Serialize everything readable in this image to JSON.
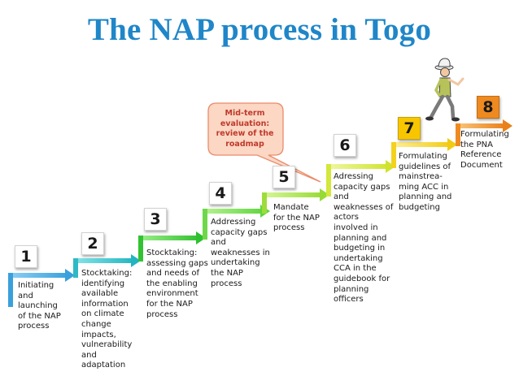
{
  "title": "The NAP process in Togo",
  "callout": {
    "text": "Mid-term\nevaluation:\nreview of the\nroadmap"
  },
  "steps": [
    {
      "number": "1",
      "text": "Initiating\nand\nlaunching\nof the NAP\nprocess",
      "color": "#3aa0dc"
    },
    {
      "number": "2",
      "text": "Stocktaking:\nidentifying\navailable\ninformation\non climate\nchange\nimpacts,\nvulnerability\nand\nadaptation",
      "color": "#2fb9c4"
    },
    {
      "number": "3",
      "text": "Stocktaking:\nassessing gaps\nand needs of\nthe enabling\nenvironment\nfor the NAP\nprocess",
      "color": "#33c233"
    },
    {
      "number": "4",
      "text": "Addressing\ncapacity gaps\nand\nweaknesses in\nundertaking\nthe NAP\nprocess",
      "color": "#6fd84a"
    },
    {
      "number": "5",
      "text": "Mandate\nfor the NAP\nprocess",
      "color": "#9edc3c"
    },
    {
      "number": "6",
      "text": "Adressing\ncapacity gaps\nand\nweaknesses of\nactors\ninvolved in\nplanning and\nbudgeting in\nundertaking\nCCA in the\nguidebook for\nplanning\nofficers",
      "color": "#d3e83a"
    },
    {
      "number": "7",
      "text": "Formulating\nguidelines of\nmainstrea-\nming ACC in\nplanning and\nbudgeting",
      "color": "#f3d21e"
    },
    {
      "number": "8",
      "text": "Formulating\nthe PNA\nReference\nDocument",
      "color": "#ee8a20"
    }
  ],
  "colors": {
    "title": "#1f86c8",
    "callout_fill": "#fbd7c4",
    "callout_border": "#e98b6a",
    "callout_text": "#c0392b"
  },
  "icons": {
    "climber": "walking-man-icon"
  }
}
